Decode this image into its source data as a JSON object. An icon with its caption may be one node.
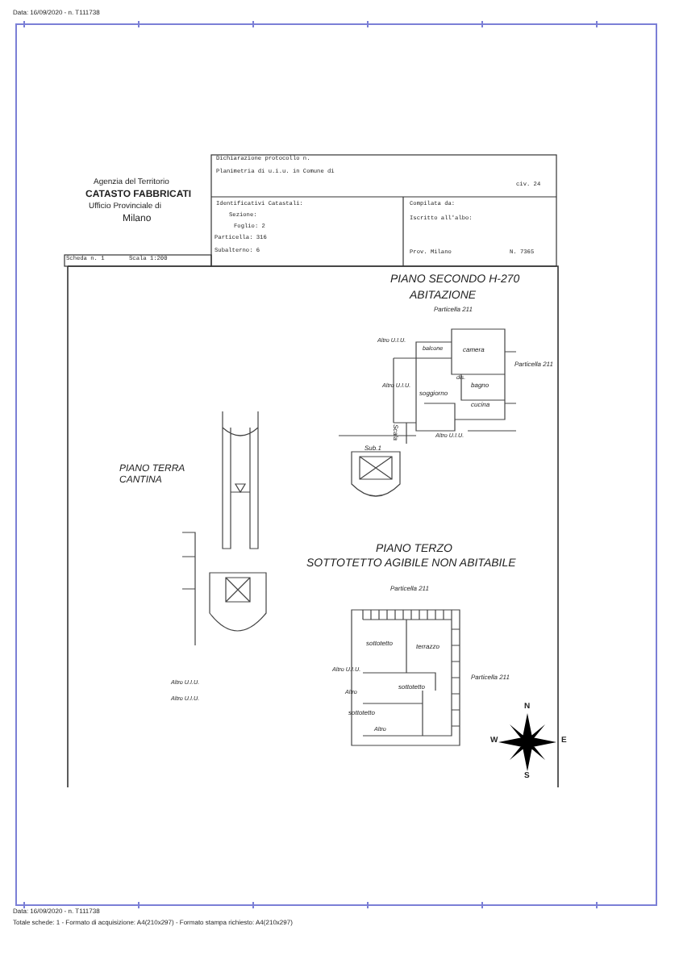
{
  "diagram": {
    "labels": [
      "Data: 16/09/2020 - n. T111738",
      "Agenzia del Territorio",
      "CATASTO FABBRICATI",
      "Ufficio Provinciale di",
      "Milano",
      "Dichiarazione protocollo n.",
      "Planimetria di u.i.u. in Comune di",
      "civ. 24",
      "Identificativi Catastali:",
      "Sezione:",
      "Foglio: 2",
      "Particella: 316",
      "Subalterno: 6",
      "Compilata da:",
      "Iscritto all'albo:",
      "Prov. Milano",
      "N. 7365",
      "Scheda n. 1",
      "Scala 1:200",
      "PIANO SECONDO H-270",
      "ABITAZIONE",
      "Particella 211",
      "Altro U.I.U.",
      "balcone",
      "camera",
      "Particella 211",
      "Altro U.I.U.",
      "dis.",
      "bagno",
      "soggiorno",
      "cucina",
      "Scala",
      "Altro U.I.U.",
      "Sub.1",
      "PIANO TERRA CANTINA",
      "Altro U.I.U.",
      "Altro U.I.U.",
      "PIANO TERZO",
      "SOTTOTETTO AGIBILE NON ABITABILE",
      "Particella 211",
      "sottotetto",
      "terrazzo",
      "Altro U.I.U.",
      "Particella 211",
      "sottotetto",
      "Altro",
      "sottotetto",
      "Altro",
      "N",
      "W",
      "E",
      "S",
      "Data: 16/09/2020 - n. T111738",
      "Totale schede: 1 - Formato di acquisizione: A4(210x297) - Formato stampa richiesto: A4(210x297)"
    ]
  }
}
